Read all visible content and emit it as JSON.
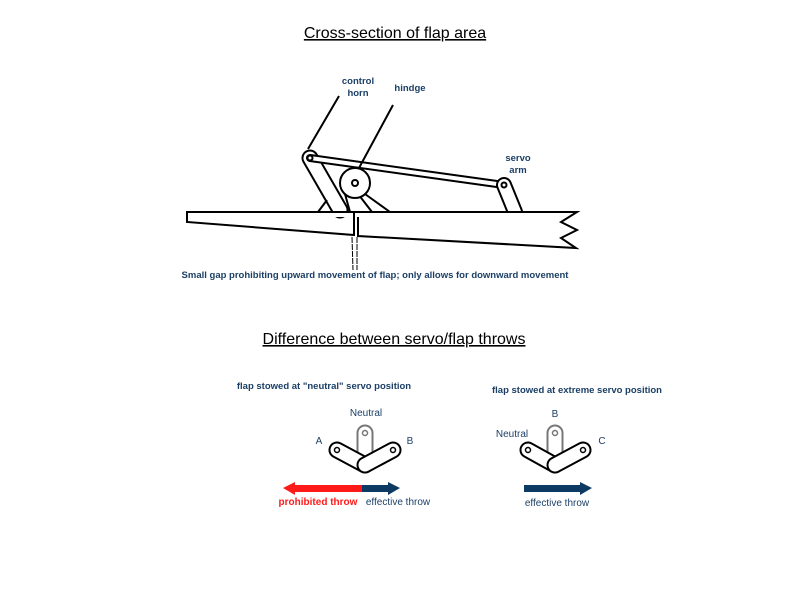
{
  "section1": {
    "title": "Cross-section of flap area",
    "labels": {
      "control_horn_1": "control",
      "control_horn_2": "horn",
      "hinge": "hindge",
      "servo_arm_1": "servo",
      "servo_arm_2": "arm"
    },
    "caption": "Small gap prohibiting upward movement of flap; only allows for downward movement"
  },
  "section2": {
    "title": "Difference between servo/flap throws",
    "left": {
      "caption": "flap stowed at \"neutral\" servo position",
      "label_top": "Neutral",
      "label_left": "A",
      "label_right": "B",
      "prohibited": "prohibited throw",
      "effective": "effective throw"
    },
    "right": {
      "caption": "flap stowed at extreme servo position",
      "label_top": "B",
      "label_left": "Neutral",
      "label_right": "C",
      "effective": "effective throw"
    }
  },
  "colors": {
    "label": "#1b3f66",
    "prohibited": "#ff1a1a",
    "effective": "#0d3a63"
  }
}
